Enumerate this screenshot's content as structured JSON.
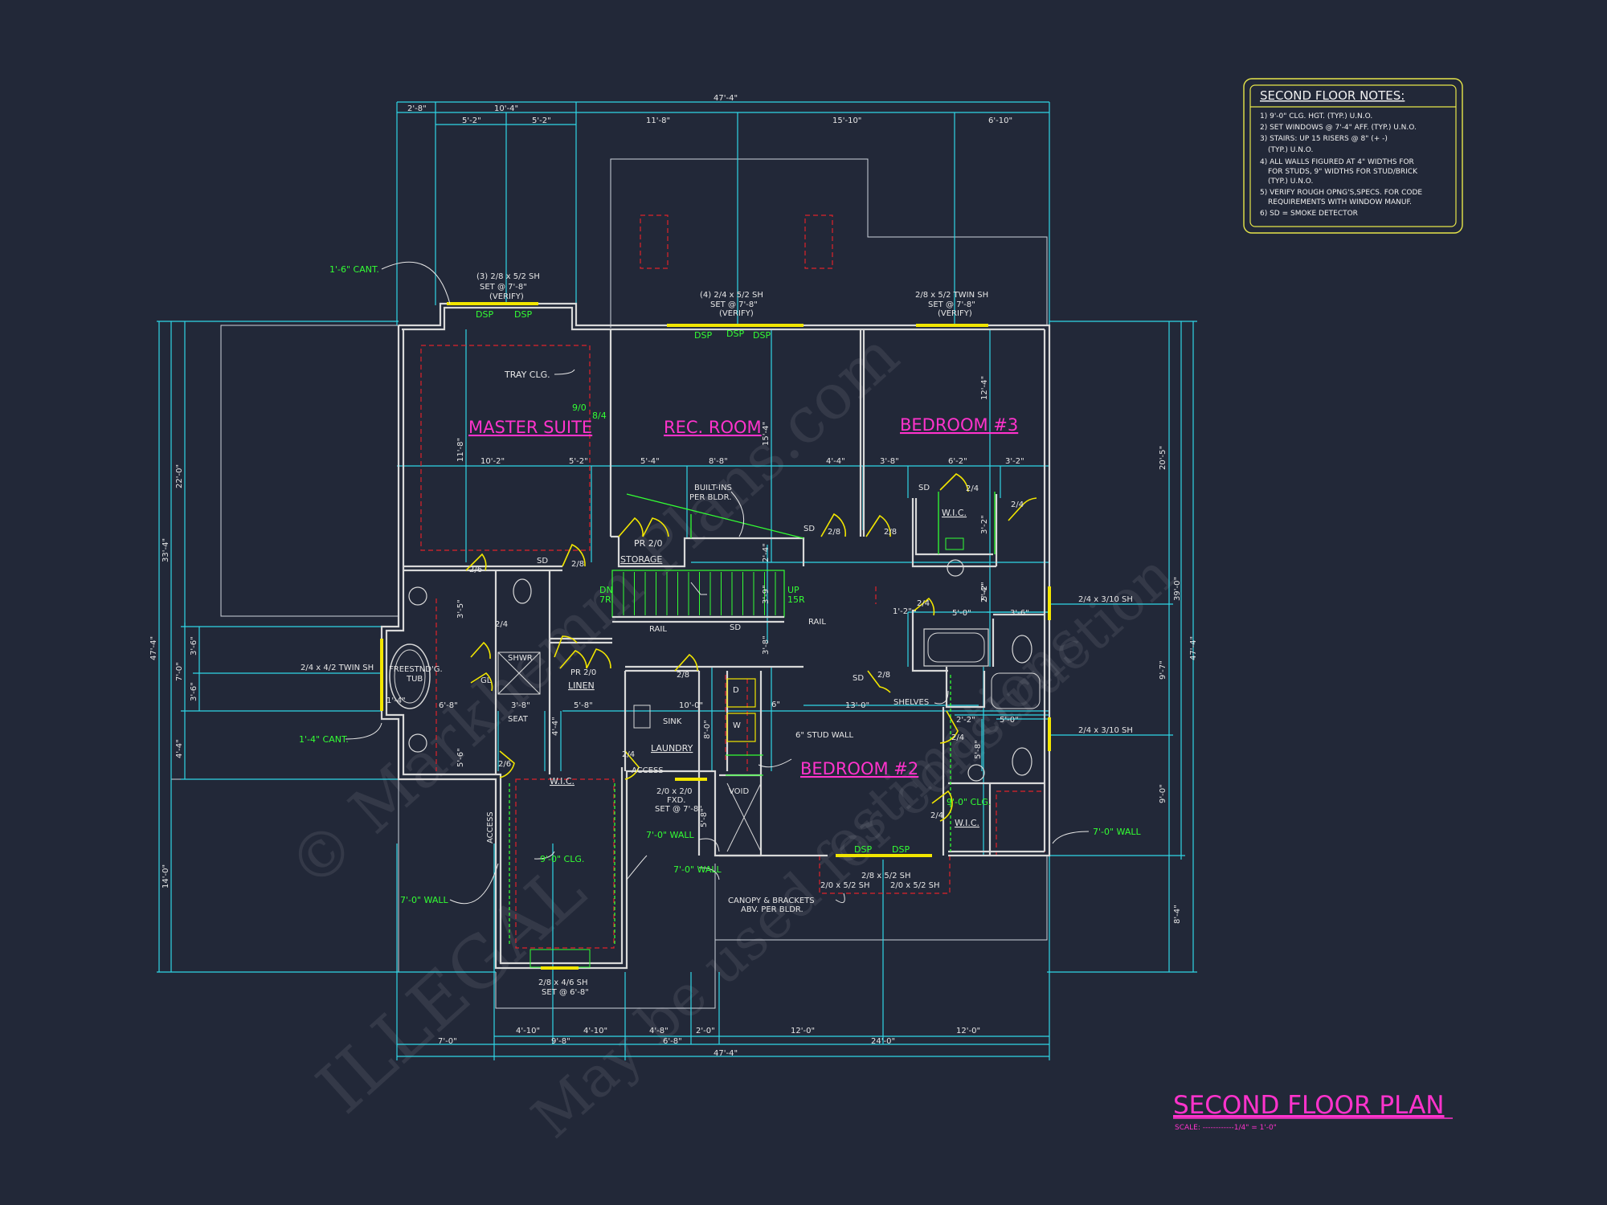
{
  "title": "SECOND FLOOR PLAN",
  "scale": "SCALE: ------------1/4\" = 1'-0\"",
  "watermark": {
    "line1": "© Markhemm Plans.com",
    "line2": "ILLEGAL",
    "line3": "May be used for construction",
    "line4": "estimations"
  },
  "notes": {
    "title": "SECOND FLOOR NOTES:",
    "items": [
      "1) 9'-0\" CLG. HGT. (TYP.) U.N.O.",
      "2) SET WINDOWS @ 7'-4\" AFF. (TYP.) U.N.O.",
      "3) STAIRS: UP 15 RISERS @ 8\" (+ -)",
      "(TYP.) U.N.O.",
      "4) ALL WALLS FIGURED AT 4\" WIDTHS FOR",
      "FOR STUDS, 9\" WIDTHS FOR STUD/BRICK",
      "(TYP.) U.N.O.",
      "5) VERIFY ROUGH OPNG'S,SPECS. FOR CODE",
      "REQUIREMENTS WITH WINDOW MANUF.",
      "6) SD = SMOKE DETECTOR"
    ]
  },
  "rooms": {
    "master_suite": "MASTER SUITE",
    "rec_room": "REC. ROOM",
    "bedroom3": "BEDROOM #3",
    "bedroom2": "BEDROOM #2"
  },
  "labels": {
    "tray_clg": "TRAY CLG.",
    "builtins": "BUILT-INS",
    "per_bldr": "PER BLDR.",
    "pr210a": "PR 2/0",
    "storage": "STORAGE",
    "wic1": "W.I.C.",
    "wic2": "W.I.C.",
    "wic3": "W.I.C.",
    "rail1": "RAIL",
    "rail2": "RAIL",
    "shwr": "SHWR",
    "seat": "SEAT",
    "freestndg": "FREESTND'G.",
    "tub": "TUB",
    "pr210b": "PR 2/0",
    "linen": "LINEN",
    "sink": "SINK",
    "laundry": "LAUNDRY",
    "access1": "ACCESS",
    "access2": "ACCESS",
    "void": "VOID",
    "stud_wall": "6\" STUD WALL",
    "shelves": "SHELVES",
    "dw": "D",
    "ww": "W",
    "canopy1": "CANOPY & BRACKETS",
    "canopy2": "ABV. PER BLDR.",
    "sd1": "SD",
    "sd2": "SD",
    "sd3": "SD",
    "sd4": "SD",
    "sd5": "SD",
    "gl": "GL",
    "dn": "DN",
    "tr1": "7R",
    "up": "UP",
    "tr2": "15R"
  },
  "green_labels": {
    "cant1": "1'-6\" CANT.",
    "cant2": "1'-4\" CANT.",
    "wall1": "7'-0\" WALL",
    "wall2": "7'-0\" WALL",
    "wall3": "7'-0\" WALL",
    "wall4": "7'-0\" WALL",
    "clg1": "9'-0\" CLG.",
    "clg2": "9'-0\" CLG.",
    "dsp": "DSP"
  },
  "windows": {
    "w_master1": "(3) 2/8 x 5/2 SH",
    "w_master2": "SET @ 7'-8\"",
    "w_master3": "(VERIFY)",
    "w_rec1": "(4) 2/4 x 5/2 SH",
    "w_rec2": "SET @ 7'-8\"",
    "w_rec3": "(VERIFY)",
    "w_bed3_1": "2/8 x 5/2 TWIN SH",
    "w_bed3_2": "SET @ 7'-8\"",
    "w_bed3_3": "(VERIFY)",
    "w_tub": "2/4 x 4/2 TWIN SH",
    "w_right1": "2/4 x 3/10 SH",
    "w_right2": "2/4 x 3/10 SH",
    "w_wic1": "2/8 x 4/6 SH",
    "w_wic2": "SET @ 6'-8\"",
    "w_fxd1": "2/0 x 2/0",
    "w_fxd2": "FXD.",
    "w_fxd3": "SET @ 7'-8\"",
    "w_bed2_1": "2/8 x 5/2 SH",
    "w_bed2_2": "2/0 x 5/2 SH",
    "w_bed2_3": "2/0 x 5/2 SH"
  },
  "doors": {
    "d1": "2/6",
    "d2": "2/8",
    "d3": "2/8",
    "d4": "2/8",
    "d5": "2/4",
    "d6": "2/4",
    "d7": "2/8",
    "d8": "2/4",
    "d9": "2/6",
    "d10": "2/4",
    "d11": "2/8",
    "d12": "2/4",
    "d13": "2/4",
    "d14": "2/4",
    "d15": "9/0",
    "d16": "8/4"
  },
  "dimensions": {
    "top_total": "47'-4\"",
    "top_a": "2'-8\"",
    "top_b": "10'-4\"",
    "top_c": "5'-2\"",
    "top_d": "5'-2\"",
    "top_e": "11'-8\"",
    "top_f": "15'-10\"",
    "top_g": "6'-10\"",
    "bot_total": "47'-4\"",
    "bot_a": "7'-0\"",
    "bot_b": "9'-8\"",
    "bot_c": "6'-8\"",
    "bot_d": "24'-0\"",
    "bot2_a": "4'-10\"",
    "bot2_b": "4'-10\"",
    "bot2_c": "4'-8\"",
    "bot2_d": "2'-0\"",
    "bot2_e": "12'-0\"",
    "bot2_f": "12'-0\"",
    "left_total": "47'-4\"",
    "left_a": "33'-4\"",
    "left_b": "22'-0\"",
    "left_c": "7'-0\"",
    "left_d": "4'-4\"",
    "left_e": "14'-0\"",
    "left_f": "3'-6\"",
    "left_g": "3'-6\"",
    "right_total": "47'-4\"",
    "right_a": "39'-0\"",
    "right_b": "20'-5\"",
    "right_c": "9'-7\"",
    "right_d": "9'-0\"",
    "right_e": "8'-4\"",
    "in_a": "10'-2\"",
    "in_b": "5'-2\"",
    "in_c": "5'-4\"",
    "in_d": "8'-8\"",
    "in_e": "4'-4\"",
    "in_f": "3'-8\"",
    "in_g": "6'-2\"",
    "in_h": "3'-2\"",
    "in_i": "11'-8\"",
    "in_j": "15'-4\"",
    "in_k": "12'-4\"",
    "in_l": "5'-0\"",
    "in_m": "3'-6\"",
    "in_n": "5'-0\"",
    "in_o": "13'-0\"",
    "in_p": "10'-0\"",
    "in_q": "5'-8\"",
    "in_r": "6'-8\"",
    "in_s": "3'-8\"",
    "in_t": "2'-4\"",
    "in_u": "3'-9\"",
    "in_v": "3'-8\"",
    "in_w": "1'-2\"",
    "in_x": "2'-2\"",
    "in_y": "6\"",
    "in_z": "1'-4\"",
    "in_aa": "5'-6\"",
    "in_ab": "3'-5\"",
    "in_ac": "3'-2\"",
    "in_ad": "2'-4\"",
    "in_ae": "8'-0\"",
    "in_af": "4'-4\"",
    "in_ag": "5'-8\"",
    "in_ah": "5'-8\"",
    "in_ai": "5'-2\""
  },
  "colors": {
    "background": "#222838",
    "dimension": "#2fd6e6",
    "room_label": "#ff33cc",
    "door_window": "#f2e600",
    "note_green": "#33ff33",
    "ceiling_red": "#e0222a"
  }
}
